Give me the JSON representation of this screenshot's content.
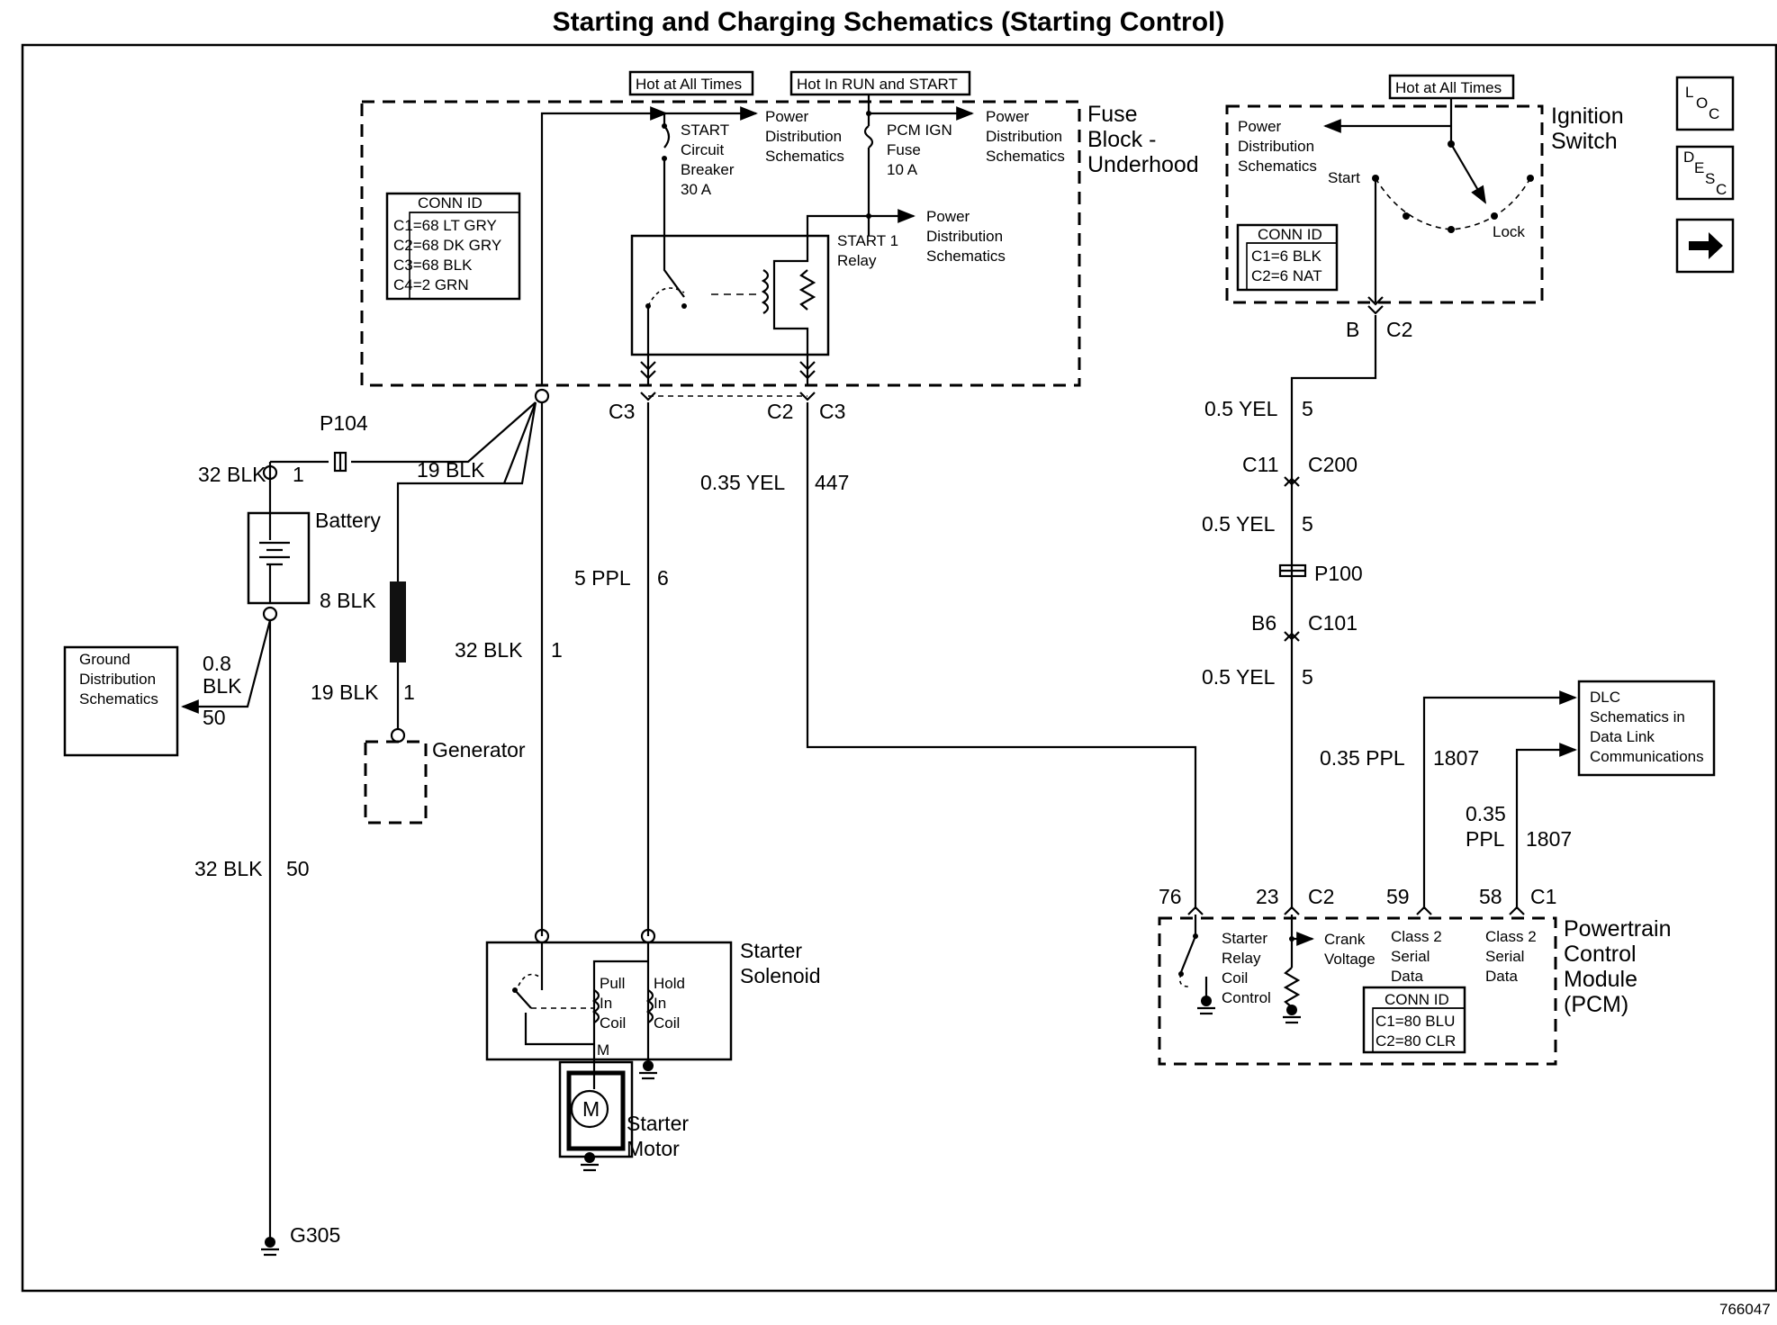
{
  "title": "Starting and Charging Schematics (Starting Control)",
  "figure_id": "766047",
  "nav": {
    "loc": "LOC",
    "desc": "DESC",
    "next": "➡"
  },
  "components": {
    "fuse_block": {
      "l1": "Fuse",
      "l2": "Block -",
      "l3": "Underhood"
    },
    "ignition_switch": {
      "l1": "Ignition",
      "l2": "Switch",
      "start": "Start",
      "lock": "Lock"
    },
    "battery": "Battery",
    "generator": "Generator",
    "starter_solenoid": {
      "l1": "Starter",
      "l2": "Solenoid"
    },
    "starter_motor": {
      "l1": "Starter",
      "l2": "Motor",
      "symbol": "M"
    },
    "pcm": {
      "l1": "Powertrain",
      "l2": "Control",
      "l3": "Module",
      "l4": "(PCM)"
    },
    "ground_box": {
      "l1": "Ground",
      "l2": "Distribution",
      "l3": "Schematics"
    },
    "dlc_box": {
      "l1": "DLC",
      "l2": "Schematics in",
      "l3": "Data Link",
      "l4": "Communications"
    }
  },
  "hot_labels": {
    "fuse_all_times": "Hot at All Times",
    "fuse_run_start": "Hot In RUN and START",
    "ign_all_times": "Hot at All Times"
  },
  "fuse_block_parts": {
    "breaker": {
      "l1": "START",
      "l2": "Circuit",
      "l3": "Breaker",
      "l4": "30 A"
    },
    "fuse": {
      "l1": "PCM IGN",
      "l2": "Fuse",
      "l3": "10 A"
    },
    "relay": {
      "l1": "START 1",
      "l2": "Relay"
    },
    "pwr_dist": {
      "l1": "Power",
      "l2": "Distribution",
      "l3": "Schematics"
    }
  },
  "conn_ids": {
    "fuse_block": {
      "header": "CONN ID",
      "rows": [
        "C1=68 LT GRY",
        "C2=68 DK GRY",
        "C3=68 BLK",
        "C4=2 GRN"
      ]
    },
    "ignition": {
      "header": "CONN ID",
      "rows": [
        "C1=6 BLK",
        "C2=6 NAT"
      ]
    },
    "pcm": {
      "header": "CONN ID",
      "rows": [
        "C1=80 BLU",
        "C2=80 CLR"
      ]
    }
  },
  "pcm_internals": {
    "relay_ctrl": {
      "l1": "Starter",
      "l2": "Relay",
      "l3": "Coil",
      "l4": "Control"
    },
    "crank": {
      "l1": "Crank",
      "l2": "Voltage"
    },
    "class2_a": {
      "l1": "Class 2",
      "l2": "Serial",
      "l3": "Data"
    },
    "class2_b": {
      "l1": "Class 2",
      "l2": "Serial",
      "l3": "Data"
    }
  },
  "solenoid_parts": {
    "pull": {
      "l1": "Pull",
      "l2": "In",
      "l3": "Coil"
    },
    "hold": {
      "l1": "Hold",
      "l2": "In",
      "l3": "Coil"
    },
    "m": "M"
  },
  "connectors": {
    "c3_a": "C3",
    "c2": "C2",
    "c3_b": "C3",
    "ign_b": "B",
    "ign_c2": "C2",
    "c11": "C11",
    "c200": "C200",
    "p100": "P100",
    "b6": "B6",
    "c101": "C101",
    "p104": "P104",
    "g305": "G305",
    "pcm_76": "76",
    "pcm_23": "23",
    "pcm_c2": "C2",
    "pcm_59": "59",
    "pcm_58": "58",
    "pcm_c1": "C1"
  },
  "wires": {
    "bat_pos": {
      "color": "32 BLK",
      "circuit": "1"
    },
    "gen_feed": {
      "color": "19 BLK"
    },
    "fusible": {
      "color": "8 BLK"
    },
    "gen_out": {
      "color": "19 BLK",
      "circuit": "1"
    },
    "sol_batt": {
      "color": "32 BLK",
      "circuit": "1"
    },
    "sol_ctrl": {
      "color": "5 PPL",
      "circuit": "6"
    },
    "relay_ctrl": {
      "color": "0.35 YEL",
      "circuit": "447"
    },
    "ign_1": {
      "color": "0.5 YEL",
      "circuit": "5"
    },
    "ign_2": {
      "color": "0.5 YEL",
      "circuit": "5"
    },
    "ign_3": {
      "color": "0.5 YEL",
      "circuit": "5"
    },
    "gnd_branch": {
      "l1": "0.8",
      "l2": "BLK",
      "circuit": "50"
    },
    "bat_gnd": {
      "color": "32 BLK",
      "circuit": "50"
    },
    "data_59": {
      "color": "0.35 PPL",
      "circuit": "1807"
    },
    "data_58": {
      "l1": "0.35",
      "l2": "PPL",
      "circuit": "1807"
    }
  }
}
